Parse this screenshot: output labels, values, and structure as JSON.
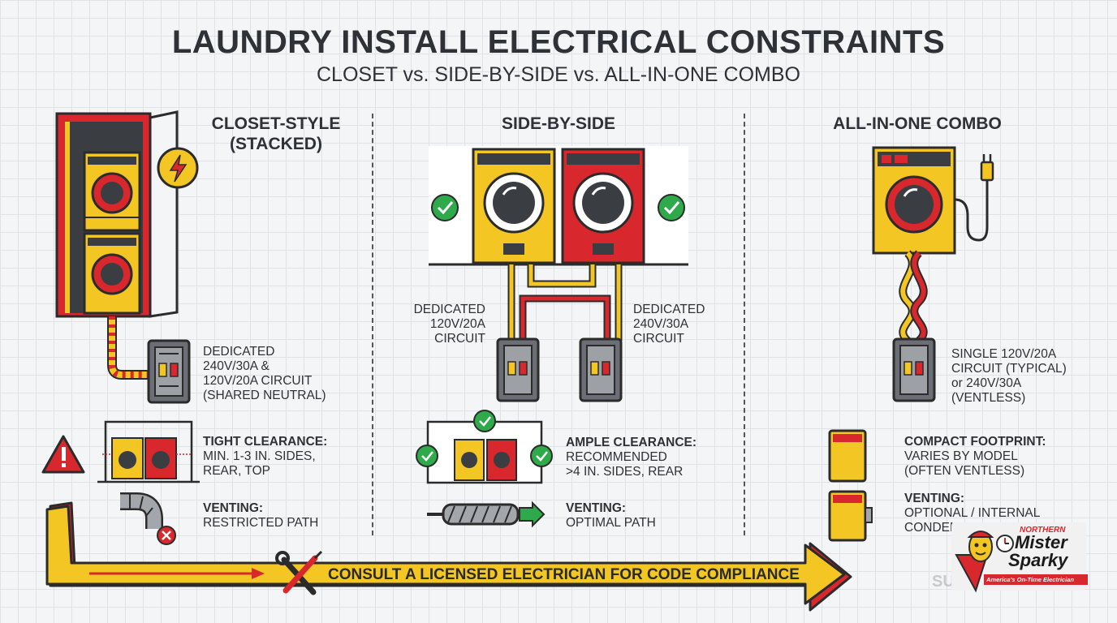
{
  "header": {
    "title": "LAUNDRY INSTALL ELECTRICAL CONSTRAINTS",
    "subtitle": "CLOSET vs. SIDE-BY-SIDE vs. ALL-IN-ONE COMBO"
  },
  "columns": {
    "closet": {
      "heading_line1": "CLOSET-STYLE",
      "heading_line2": "(STACKED)",
      "circuit_lines": [
        "DEDICATED",
        "240V/30A &",
        "120V/20A CIRCUIT",
        "(SHARED NEUTRAL)"
      ],
      "clearance_title": "TIGHT CLEARANCE:",
      "clearance_lines": [
        "MIN. 1-3 IN. SIDES,",
        "REAR, TOP"
      ],
      "venting_title": "VENTING:",
      "venting_text": "RESTRICTED PATH"
    },
    "side_by_side": {
      "heading": "SIDE-BY-SIDE",
      "left_circuit_lines": [
        "DEDICATED",
        "120V/20A",
        "CIRCUIT"
      ],
      "right_circuit_lines": [
        "DEDICATED",
        "240V/30A",
        "CIRCUIT"
      ],
      "clearance_title": "AMPLE CLEARANCE:",
      "clearance_lines": [
        "RECOMMENDED",
        ">4 IN. SIDES, REAR"
      ],
      "venting_title": "VENTING:",
      "venting_text": "OPTIMAL PATH"
    },
    "combo": {
      "heading": "ALL-IN-ONE COMBO",
      "circuit_lines": [
        "SINGLE 120V/20A",
        "CIRCUIT (TYPICAL)",
        "or 240V/30A",
        "(VENTLESS)"
      ],
      "footprint_title": "COMPACT FOOTPRINT:",
      "footprint_lines": [
        "VARIES BY MODEL",
        "(OFTEN VENTLESS)"
      ],
      "venting_title": "VENTING:",
      "venting_lines": [
        "OPTIONAL / INTERNAL",
        "CONDENS"
      ]
    }
  },
  "banner": {
    "text": "CONSULT A LICENSED ELECTRICIAN FOR CODE COMPLIANCE"
  },
  "logo": {
    "top_text": "NORTHERN",
    "name_line1": "Mister",
    "name_line2": "Sparky",
    "tagline": "America's On-Time Electrician"
  },
  "watermark": "SUPERCOOL",
  "colors": {
    "yellow": "#f3c623",
    "red": "#d9272e",
    "dark": "#3a3d42",
    "panel_gray": "#6b6f75",
    "green": "#2eaa4a"
  },
  "icons": [
    "lightning-icon",
    "check-icon",
    "warning-icon",
    "blocked-icon",
    "wrench-screwdriver-icon",
    "plug-icon",
    "electrical-panel-icon"
  ]
}
